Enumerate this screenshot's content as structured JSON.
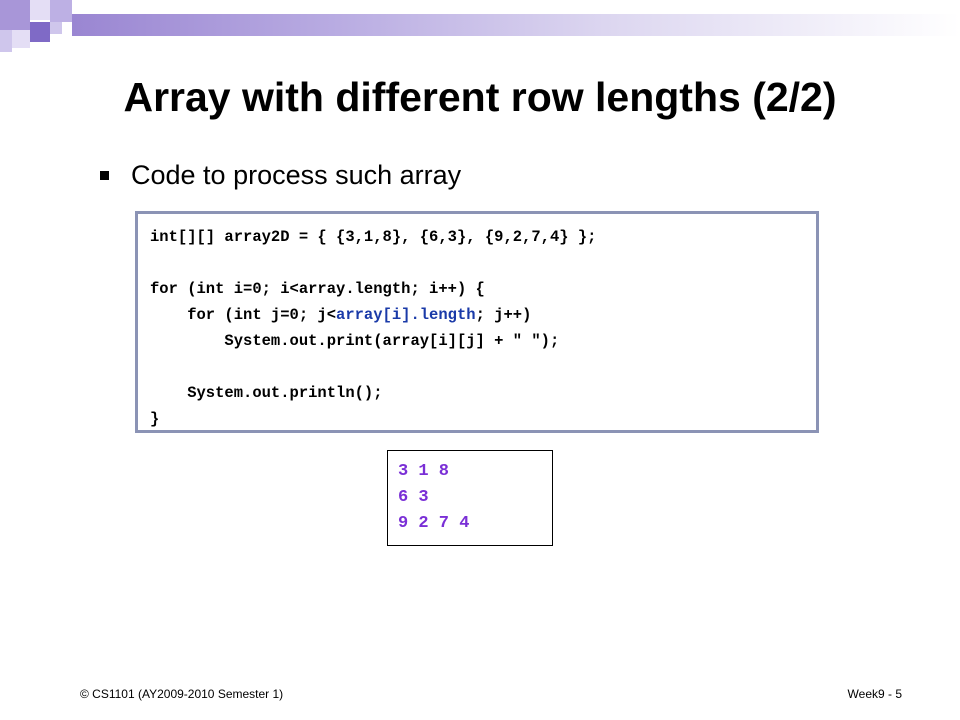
{
  "slide": {
    "title": "Array with different row lengths (2/2)",
    "bullet": "Code to process such array"
  },
  "code": {
    "line1": "int[][] array2D = { {3,1,8}, {6,3}, {9,2,7,4} };",
    "line2": "for (int i=0; i<array.length; i++) {",
    "line3_pre": "    for (int j=0; j<",
    "line3_hl": "array[i].length",
    "line3_post": "; j++)",
    "line4": "        System.out.print(array[i][j] + \" \");",
    "line5": "    System.out.println();",
    "line6": "}"
  },
  "output": {
    "lines": [
      "3 1 8",
      "6 3",
      "9 2 7 4"
    ]
  },
  "footer": {
    "left": "© CS1101 (AY2009-2010 Semester 1)",
    "right": "Week9 - 5"
  },
  "colors": {
    "accent": "#9a86d2",
    "code_highlight": "#1a3aa8",
    "output_text": "#7a2fd6",
    "code_border": "#8b93b5"
  }
}
